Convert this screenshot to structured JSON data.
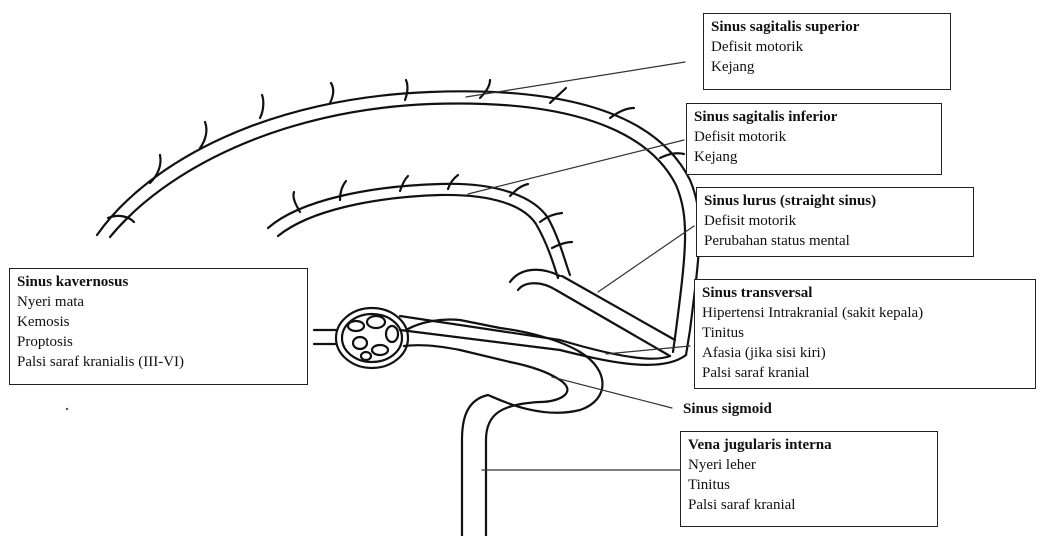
{
  "labels": {
    "sagitalis_superior": {
      "title": "Sinus sagitalis superior",
      "items": [
        "Defisit motorik",
        "Kejang"
      ]
    },
    "sagitalis_inferior": {
      "title": "Sinus sagitalis inferior",
      "items": [
        "Defisit motorik",
        "Kejang"
      ]
    },
    "lurus": {
      "title": "Sinus lurus (straight sinus)",
      "items": [
        "Defisit motorik",
        "Perubahan status mental"
      ]
    },
    "kavernosus": {
      "title": "Sinus kavernosus",
      "items": [
        "Nyeri mata",
        "Kemosis",
        "Proptosis",
        "Palsi saraf kranialis (III-VI)"
      ]
    },
    "transversal": {
      "title": "Sinus transversal",
      "items": [
        "Hipertensi Intrakranial (sakit kepala)",
        "Tinitus",
        "Afasia (jika sisi kiri)",
        "Palsi saraf kranial"
      ]
    },
    "sigmoid": {
      "title": "Sinus sigmoid"
    },
    "jugularis": {
      "title": "Vena jugularis interna",
      "items": [
        "Nyeri leher",
        "Tinitus",
        "Palsi saraf kranial"
      ]
    }
  }
}
